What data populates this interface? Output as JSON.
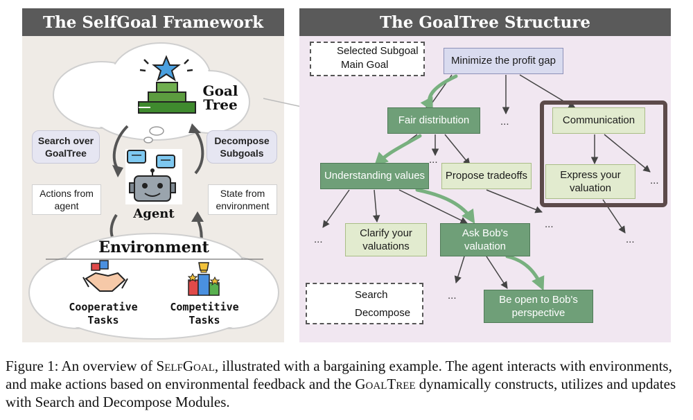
{
  "left_panel": {
    "title": "The SelfGoal Framework",
    "goal_tree_label_1": "Goal",
    "goal_tree_label_2": "Tree",
    "search_box": "Search over GoalTree",
    "decompose_box": "Decompose Subgoals",
    "actions_box": "Actions from agent",
    "state_box": "State from environment",
    "agent_label": "Agent",
    "environment_label": "Environment",
    "cooperative_label": "Cooperative Tasks",
    "competitive_label": "Competitive Tasks"
  },
  "right_panel": {
    "title": "The GoalTree Structure",
    "legend_top": {
      "selected": "Selected Subgoal",
      "main": "Main Goal"
    },
    "legend_bottom": {
      "search": "Search",
      "decompose": "Decompose"
    },
    "nodes": {
      "root": "Minimize the profit gap",
      "fair": "Fair distribution",
      "communication": "Communication",
      "understanding": "Understanding values",
      "tradeoffs": "Propose tradeoffs",
      "express": "Express your valuation",
      "clarify": "Clarify your valuations",
      "ask_bob": "Ask Bob's valuation",
      "open_bob": "Be open to Bob's perspective"
    },
    "ellipsis": "..."
  },
  "caption": {
    "prefix": "Figure 1: An overview of ",
    "selfgoal": "SelfGoal",
    "middle": ", illustrated with a bargaining example. The agent interacts with environments, and make actions based on environmental feedback and the ",
    "goaltree": "GoalTree",
    "suffix": " dynamically constructs, utilizes and updates with Search and Decompose Modules."
  },
  "colors": {
    "header": "#5a5a5a",
    "selected": "#6f9f78",
    "main_goal": "#d9dbef",
    "plain_node": "#e2ebcf",
    "search_arrow": "#78b07f"
  }
}
